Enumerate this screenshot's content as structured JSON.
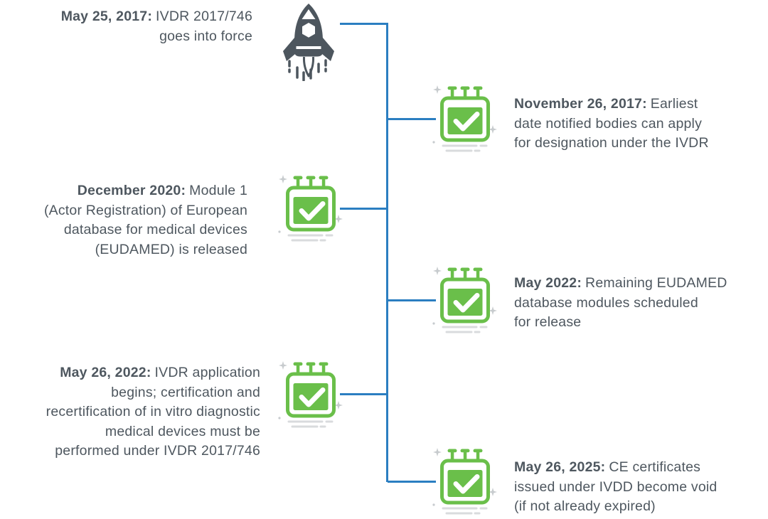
{
  "diagram": {
    "title_semantic": "IVDR 2017/746 implementation timeline",
    "colors": {
      "connector_blue": "#2b7ec1",
      "calendar_green": "#6abf4a",
      "text_gray": "#4e575f",
      "rocket_gray": "#4d565e",
      "sparkle_gray": "#c7cbce",
      "shadow_line_gray": "#d9dbdd"
    },
    "icons": [
      "rocket-icon",
      "calendar-check-icon",
      "calendar-check-icon",
      "calendar-check-icon",
      "calendar-check-icon",
      "calendar-check-icon"
    ]
  },
  "events": [
    {
      "side": "left",
      "icon": "rocket-icon",
      "date": "May 25, 2017:",
      "first_line_rest": "IVDR 2017/746",
      "lines": [
        "goes into force"
      ]
    },
    {
      "side": "right",
      "icon": "calendar-check-icon",
      "date": "November 26, 2017:",
      "first_line_rest": "Earliest",
      "lines": [
        "date notified bodies can apply",
        "for designation under the IVDR"
      ]
    },
    {
      "side": "left",
      "icon": "calendar-check-icon",
      "date": "December 2020:",
      "first_line_rest": "Module 1",
      "lines": [
        "(Actor Registration) of European",
        "database for medical devices",
        "(EUDAMED) is released"
      ]
    },
    {
      "side": "right",
      "icon": "calendar-check-icon",
      "date": "May 2022:",
      "first_line_rest": "Remaining EUDAMED",
      "lines": [
        "database modules scheduled",
        "for release"
      ]
    },
    {
      "side": "left",
      "icon": "calendar-check-icon",
      "date": "May 26, 2022:",
      "first_line_rest": "IVDR application",
      "lines": [
        "begins; certification and",
        "recertification of in vitro diagnostic",
        "medical devices must be",
        "performed under IVDR 2017/746"
      ]
    },
    {
      "side": "right",
      "icon": "calendar-check-icon",
      "date": "May 26, 2025:",
      "first_line_rest": "CE certificates",
      "lines": [
        "issued under IVDD become void",
        "(if not already expired)"
      ]
    }
  ]
}
